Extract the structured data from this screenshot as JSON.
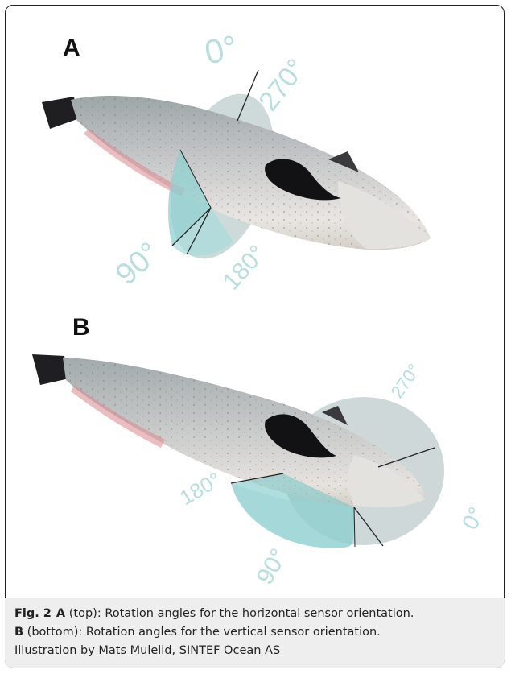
{
  "panel_a": {
    "letter": "A",
    "angles": {
      "a0": "0°",
      "a90": "90°",
      "a180": "180°",
      "a270": "270°"
    }
  },
  "panel_b": {
    "letter": "B",
    "angles": {
      "a0": "0°",
      "a90": "90°",
      "a180": "180°",
      "a270": "270°"
    }
  },
  "caption": {
    "fig_label": "Fig. 2",
    "line1_bold": "A",
    "line1_text": " (top): Rotation angles for the horizontal sensor orientation.",
    "line2_bold": "B",
    "line2_text": " (bottom): Rotation angles for the vertical sensor orientation.",
    "line3_text": "Illustration by Mats Mulelid, SINTEF Ocean AS"
  },
  "colors": {
    "fish_body": "#c9cacb",
    "fish_belly": "#e8e7e6",
    "fin": "#1e1e1e",
    "disc_teal": "#9fd6d6",
    "disc_grey": "#c7d1d1",
    "angle_text": "#b9dede"
  }
}
